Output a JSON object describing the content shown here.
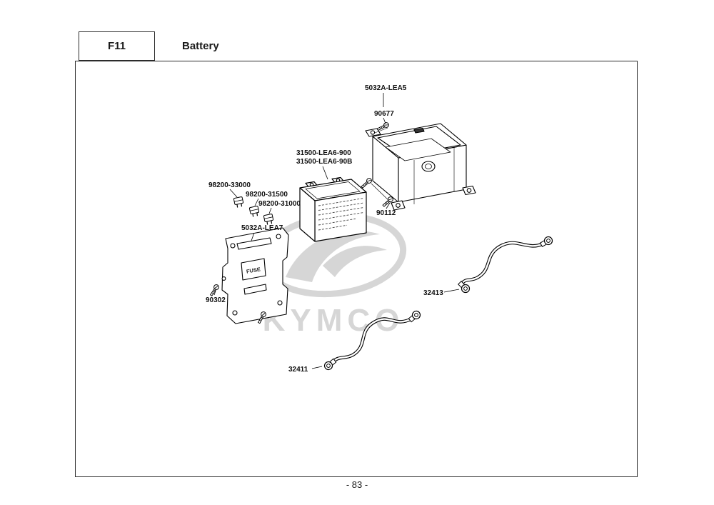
{
  "page": {
    "header": {
      "section_code": "F11",
      "section_title": "Battery"
    },
    "footer": {
      "page_number": "- 83 -"
    },
    "watermark": {
      "brand": "KYMCO"
    }
  },
  "diagram": {
    "labels": {
      "battery_box": "5032A-LEA5",
      "box_screw": "90677",
      "battery_model_a": "31500-LEA6-900",
      "battery_model_b": "31500-LEA6-90B",
      "battery_screw": "90112",
      "fuse_a": "98200-33000",
      "fuse_b": "98200-31500",
      "fuse_c": "98200-31000",
      "bracket": "5032A-LEA7",
      "bracket_screw": "90302",
      "cable_upper": "32413",
      "cable_lower": "32411",
      "fuse_marking": "FUSE"
    }
  }
}
